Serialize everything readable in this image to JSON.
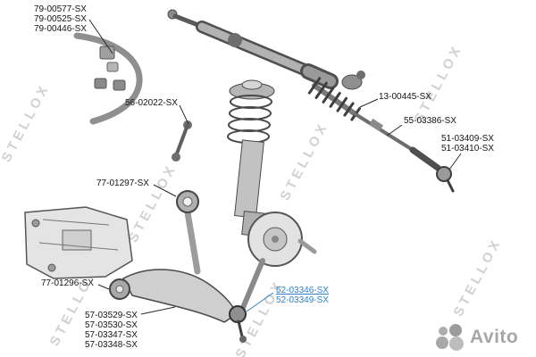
{
  "watermark": {
    "text": "STELLOX"
  },
  "diagram": {
    "highlight_color": "#2f80c8",
    "labels": {
      "stab_bracket_1": "79-00577-SX",
      "stab_bracket_2": "79-00525-SX",
      "stab_bracket_3": "79-00446-SX",
      "stab_link": "56-02022-SX",
      "rack_boot": "13-00445-SX",
      "tie_rod": "55-03386-SX",
      "tie_rod_end_1": "51-03409-SX",
      "tie_rod_end_2": "51-03410-SX",
      "arm_bushing_upper": "77-01297-SX",
      "arm_bushing_front": "77-01296-SX",
      "control_arm_1": "57-03529-SX",
      "control_arm_2": "57-03530-SX",
      "control_arm_3": "57-03347-SX",
      "control_arm_4": "57-03348-SX",
      "ball_joint_1": "52-03346-SX",
      "ball_joint_2": "52-03349-SX"
    }
  },
  "footer": {
    "brand": "Avito"
  }
}
